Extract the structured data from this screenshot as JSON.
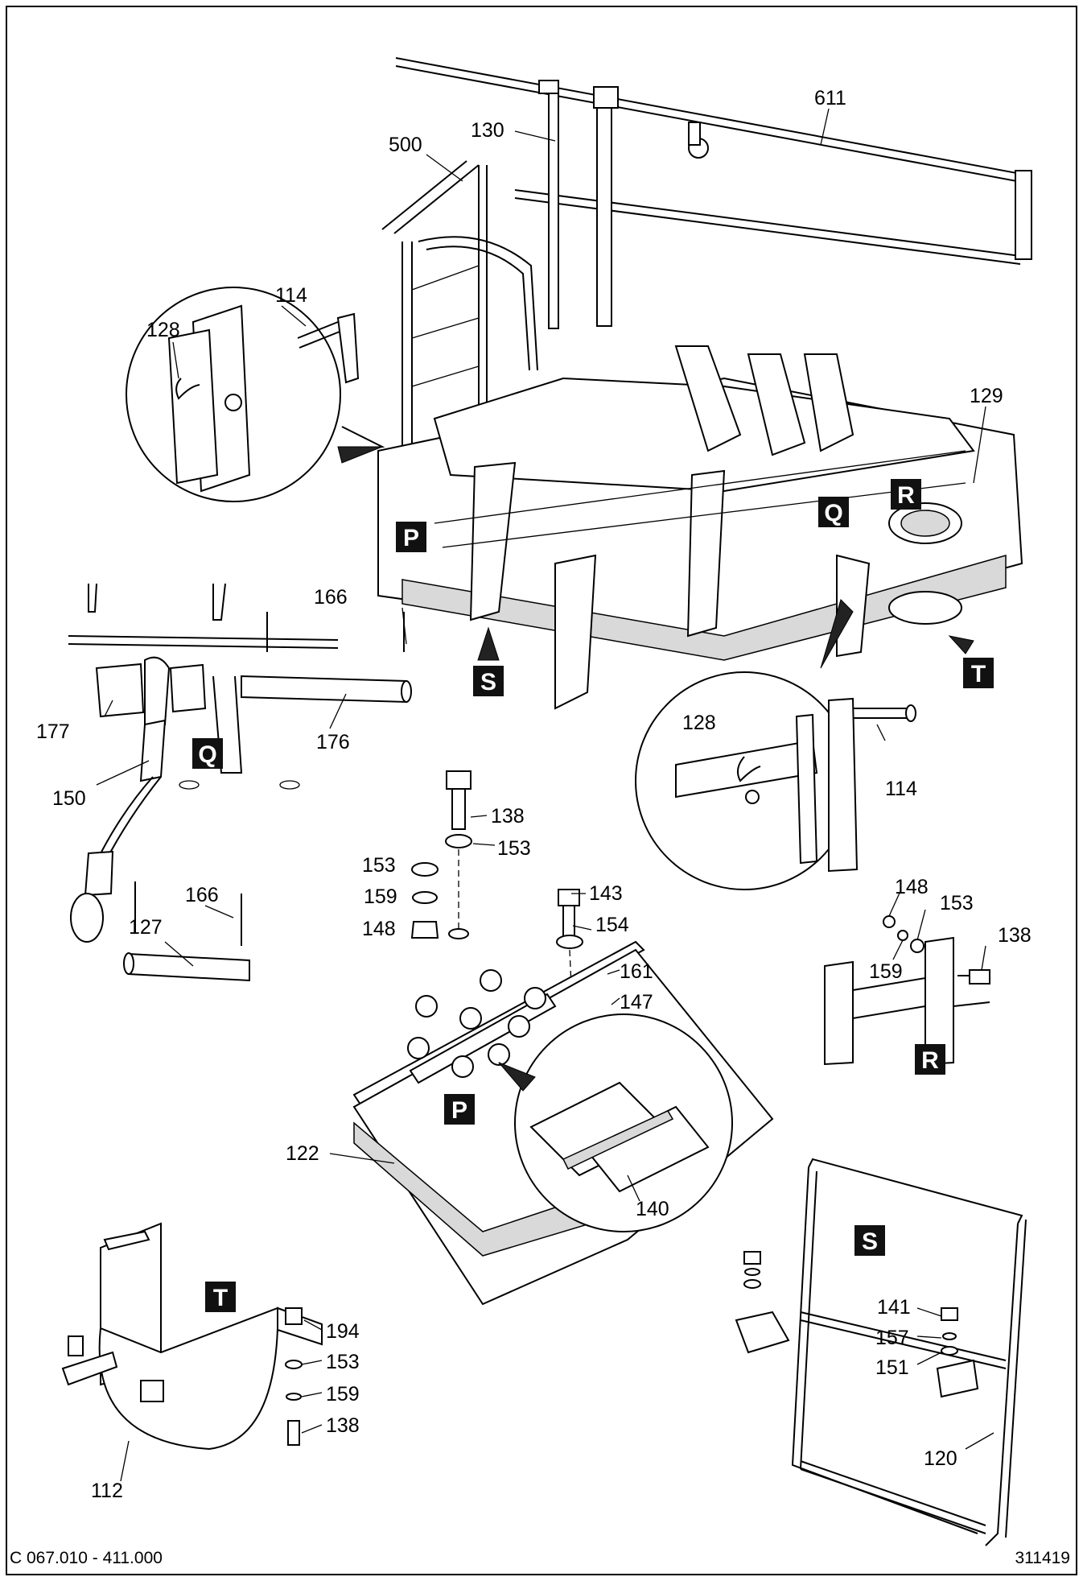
{
  "drawing": {
    "code": "C 067.010 - 411.000",
    "number": "311419"
  },
  "callouts": {
    "c611": "611",
    "c130": "130",
    "c500": "500",
    "c114a": "114",
    "c128a": "128",
    "c129": "129",
    "c166a": "166",
    "c177": "177",
    "c176": "176",
    "c150": "150",
    "c166b": "166",
    "c127": "127",
    "c138a": "138",
    "c153a": "153",
    "c153b": "153",
    "c159a": "159",
    "c148a": "148",
    "c143": "143",
    "c154": "154",
    "c161": "161",
    "c147": "147",
    "c128b": "128",
    "c114b": "114",
    "c148b": "148",
    "c153c": "153",
    "c138b": "138",
    "c159b": "159",
    "c122": "122",
    "c140": "140",
    "c194": "194",
    "c153d": "153",
    "c159c": "159",
    "c138c": "138",
    "c112": "112",
    "c141": "141",
    "c157": "157",
    "c151": "151",
    "c120": "120"
  },
  "detail_tags": {
    "p_main": "P",
    "q_main": "Q",
    "r_main": "R",
    "s_main": "S",
    "t_main": "T",
    "q_detail": "Q",
    "r_detail": "R",
    "p_detail": "P",
    "s_detail": "S",
    "t_detail": "T"
  }
}
